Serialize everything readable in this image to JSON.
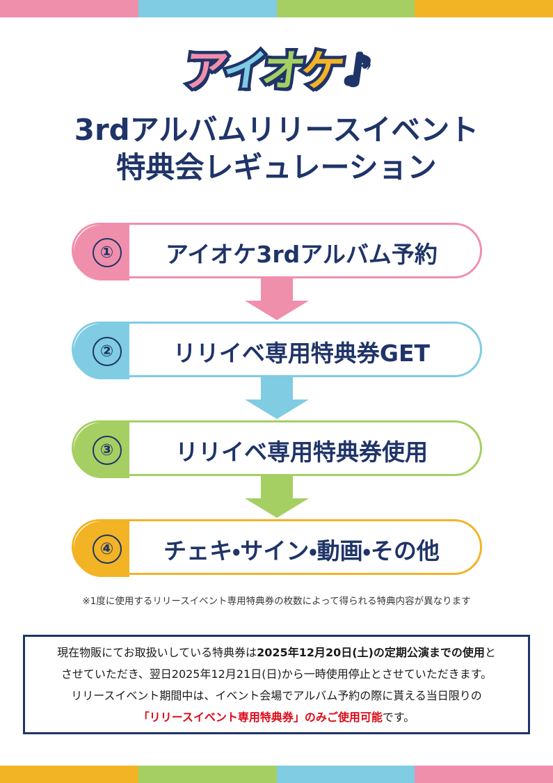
{
  "theme": {
    "pink": "#F08FAB",
    "blue": "#7FCCE3",
    "green": "#A5CF62",
    "yellow": "#F2B325",
    "navy": "#1F3468",
    "red": "#DC0A17"
  },
  "top_bar": [
    "#F08FAB",
    "#7FCCE3",
    "#A5CF62",
    "#F2B325"
  ],
  "bottom_bar": [
    "#F2B325",
    "#A5CF62",
    "#7FCCE3",
    "#F08FAB"
  ],
  "logo": {
    "chars": [
      "ア",
      "イ",
      "オ",
      "ケ"
    ],
    "note_glyph": "♪",
    "alt": "アイオケ"
  },
  "headline": {
    "line1": "3rdアルバムリリースイベント",
    "line2": "特典会レギュレーション"
  },
  "steps": [
    {
      "number": "①",
      "label": "アイオケ3rdアルバム予約",
      "color": "#F08FAB"
    },
    {
      "number": "②",
      "label": "リリイベ専用特典券GET",
      "color": "#7FCCE3"
    },
    {
      "number": "③",
      "label": "リリイベ専用特典券使用",
      "color": "#A5CF62"
    },
    {
      "number": "④",
      "label": "チェキ・サイン・動画・その他",
      "color": "#F2B325"
    }
  ],
  "note": "※1度に使用するリリースイベント専用特典券の枚数によって得られる特典内容が異なります",
  "notice_box": {
    "line1_a": "現在物販にてお取扱いしている特典券は",
    "line1_b": "2025年12月20日(土)の定期公演までの使用",
    "line1_c": "と",
    "line2": "させていただき、翌日2025年12月21日(日)から一時使用停止とさせていただきます。",
    "line3": "リリースイベント期間中は、イベント会場でアルバム予約の際に貰える当日限りの",
    "line4_a": "「リリースイベント専用特典券」のみご使用可能",
    "line4_b": "です。"
  }
}
